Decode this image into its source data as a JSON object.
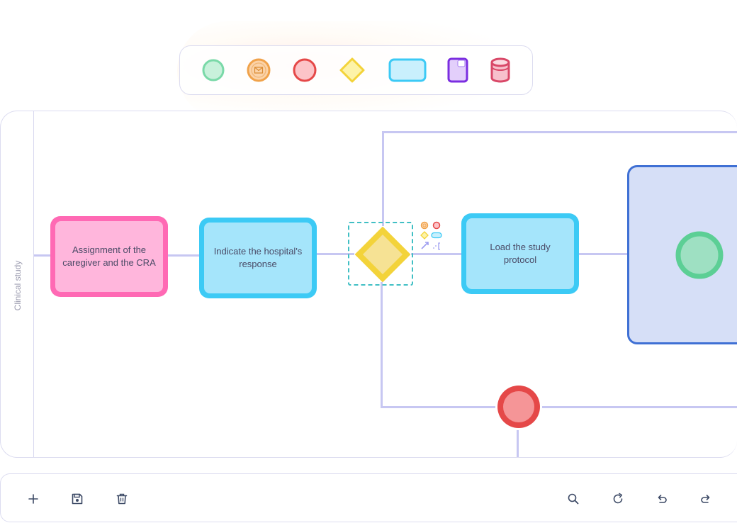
{
  "palette": {
    "items": [
      {
        "name": "start-event",
        "color": "#5ccf95"
      },
      {
        "name": "message-event",
        "color": "#f0a24a"
      },
      {
        "name": "end-event",
        "color": "#e54848"
      },
      {
        "name": "gateway",
        "color": "#f3d33a"
      },
      {
        "name": "task",
        "color": "#3cc7f0"
      },
      {
        "name": "data-object",
        "color": "#7b2ee0"
      },
      {
        "name": "data-store",
        "color": "#d94868"
      }
    ]
  },
  "diagram": {
    "lane_label": "Clinical study",
    "tasks": [
      {
        "id": "assignment",
        "label": "Assignment of the caregiver and the CRA",
        "color": "#ff69b4",
        "fill": "#ffb6dc"
      },
      {
        "id": "indicate",
        "label": "Indicate the hospital's response",
        "color": "#3ccaf5",
        "fill": "#a5e5fb"
      },
      {
        "id": "load",
        "label": "Load the study protocol",
        "color": "#3ccaf5",
        "fill": "#a5e5fb"
      }
    ],
    "subprocess_color": "#3f70d4",
    "gateway_color": "#f3d33a",
    "connector_color": "#c7c7f2"
  },
  "toolbar": {
    "left": [
      "add-icon",
      "save-icon",
      "trash-icon"
    ],
    "right": [
      "search-icon",
      "refresh-icon",
      "undo-icon",
      "redo-icon"
    ]
  }
}
